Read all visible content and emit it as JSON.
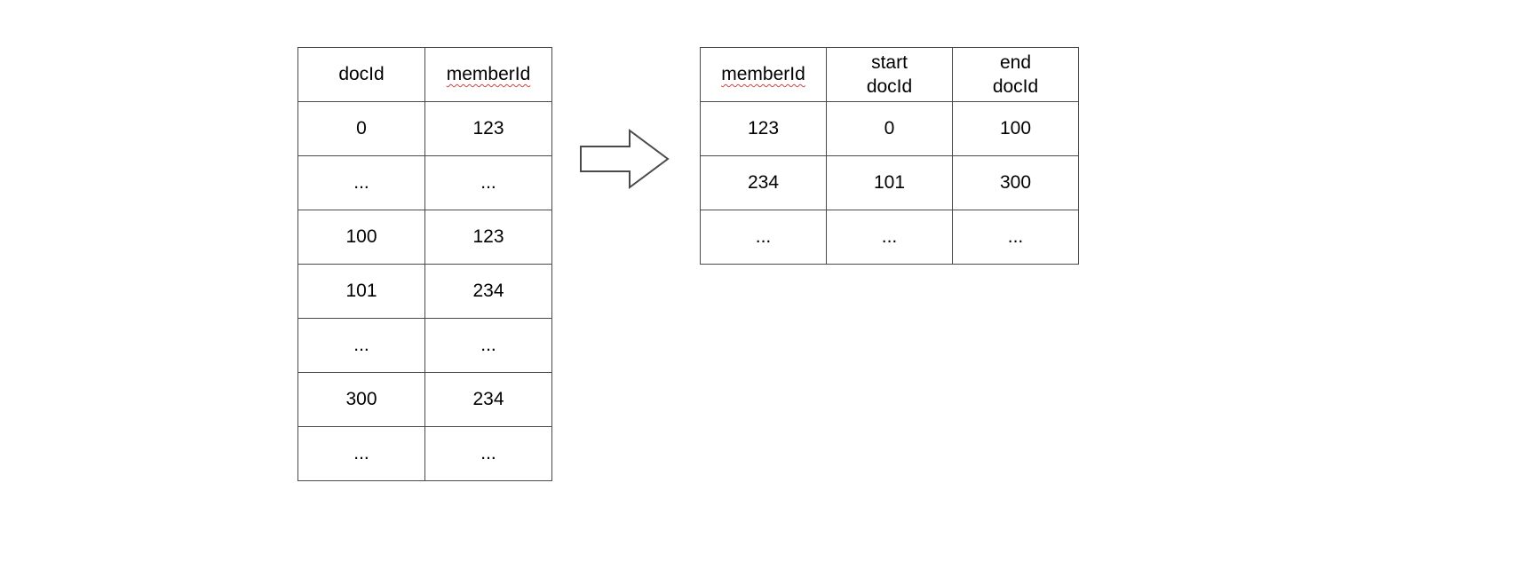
{
  "left_table": {
    "headers": [
      "docId",
      "memberId"
    ],
    "rows": [
      [
        "0",
        "123"
      ],
      [
        "...",
        "..."
      ],
      [
        "100",
        "123"
      ],
      [
        "101",
        "234"
      ],
      [
        "...",
        "..."
      ],
      [
        "300",
        "234"
      ],
      [
        "...",
        "..."
      ]
    ]
  },
  "right_table": {
    "headers": [
      [
        "memberId"
      ],
      [
        "start",
        "docId"
      ],
      [
        "end",
        "docId"
      ]
    ],
    "rows": [
      [
        "123",
        "0",
        "100"
      ],
      [
        "234",
        "101",
        "300"
      ],
      [
        "...",
        "...",
        "..."
      ]
    ]
  },
  "icons": {
    "arrow": "right-block-arrow"
  },
  "colors": {
    "background": "#ffffff",
    "border": "#4a4a4a",
    "text": "#000000",
    "squiggle": "#cc4444"
  }
}
